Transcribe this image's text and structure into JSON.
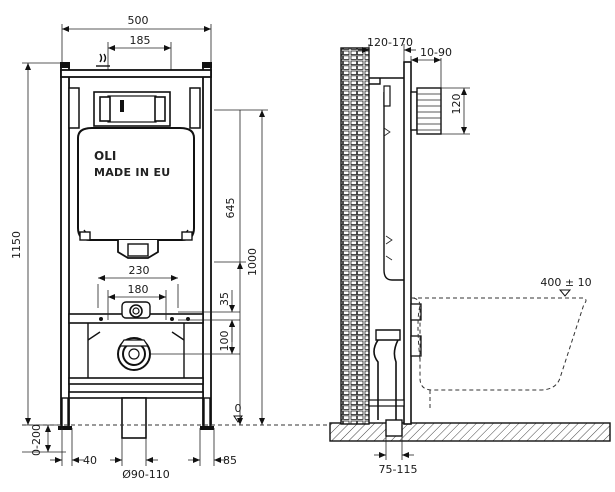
{
  "front_view": {
    "brand": "OLI",
    "made_in": "MADE IN EU",
    "dims": {
      "width_total": "500",
      "width_top": "185",
      "height_total": "1150",
      "height_1000": "1000",
      "height_645": "645",
      "width_230": "230",
      "width_180": "180",
      "dim_35": "35",
      "dim_100": "100",
      "dim_0_200": "0-200",
      "dim_40": "40",
      "dim_dia": "Ø90-110",
      "dim_85": "85",
      "zero_mark": "0"
    }
  },
  "side_view": {
    "dims": {
      "dim_120_170": "120-170",
      "dim_10_90": "10-90",
      "dim_120": "120",
      "dim_400": "400 ± 10",
      "dim_75_115": "75-115"
    }
  }
}
